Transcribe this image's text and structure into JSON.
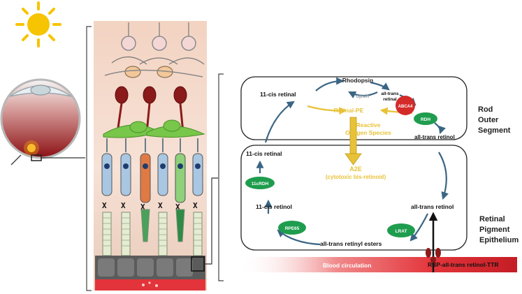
{
  "compartments": {
    "rod_outer_segment": [
      "Rod",
      "Outer",
      "Segment"
    ],
    "retinal_pigment_epithelium": [
      "Retinal",
      "Pigment",
      "Epithelium"
    ]
  },
  "outer_segment": {
    "rhodopsin": "Rhodopsin",
    "opsin": "opsin",
    "cis_retinal": "11-cis retinal",
    "trans_retinal": [
      "all-trans",
      "retinal"
    ],
    "abca4": "ABCA4",
    "rdh": "RDH",
    "retinal_pe": "Retinal-PE",
    "ros": [
      "Reactive",
      "Oxygen Species"
    ],
    "trans_retinol": "all-trans retinol"
  },
  "rpe": {
    "a2e": "A2E",
    "a2e_note": "(cytotoxic bis-retinoid)",
    "cis_retinal": "11-cis retinal",
    "cis_rdh": "11cRDH",
    "cis_retinol": "11-cis retinol",
    "rpe65": "RPE65",
    "esters": "all-trans retinyl esters",
    "lrat": "LRAT",
    "trans_retinol": "all-trans retinol"
  },
  "blood": {
    "label": "Blood circulation",
    "carrier": "RBP-all-trans retinol-TTR"
  },
  "colors": {
    "enzyme_green": "#1f9d4e",
    "flow_yellow": "#e7c238",
    "abca4_red": "#d42a2a",
    "arrow_blue": "#3a6584",
    "blood_red": "#e2343a",
    "sun": "#f6c400"
  }
}
